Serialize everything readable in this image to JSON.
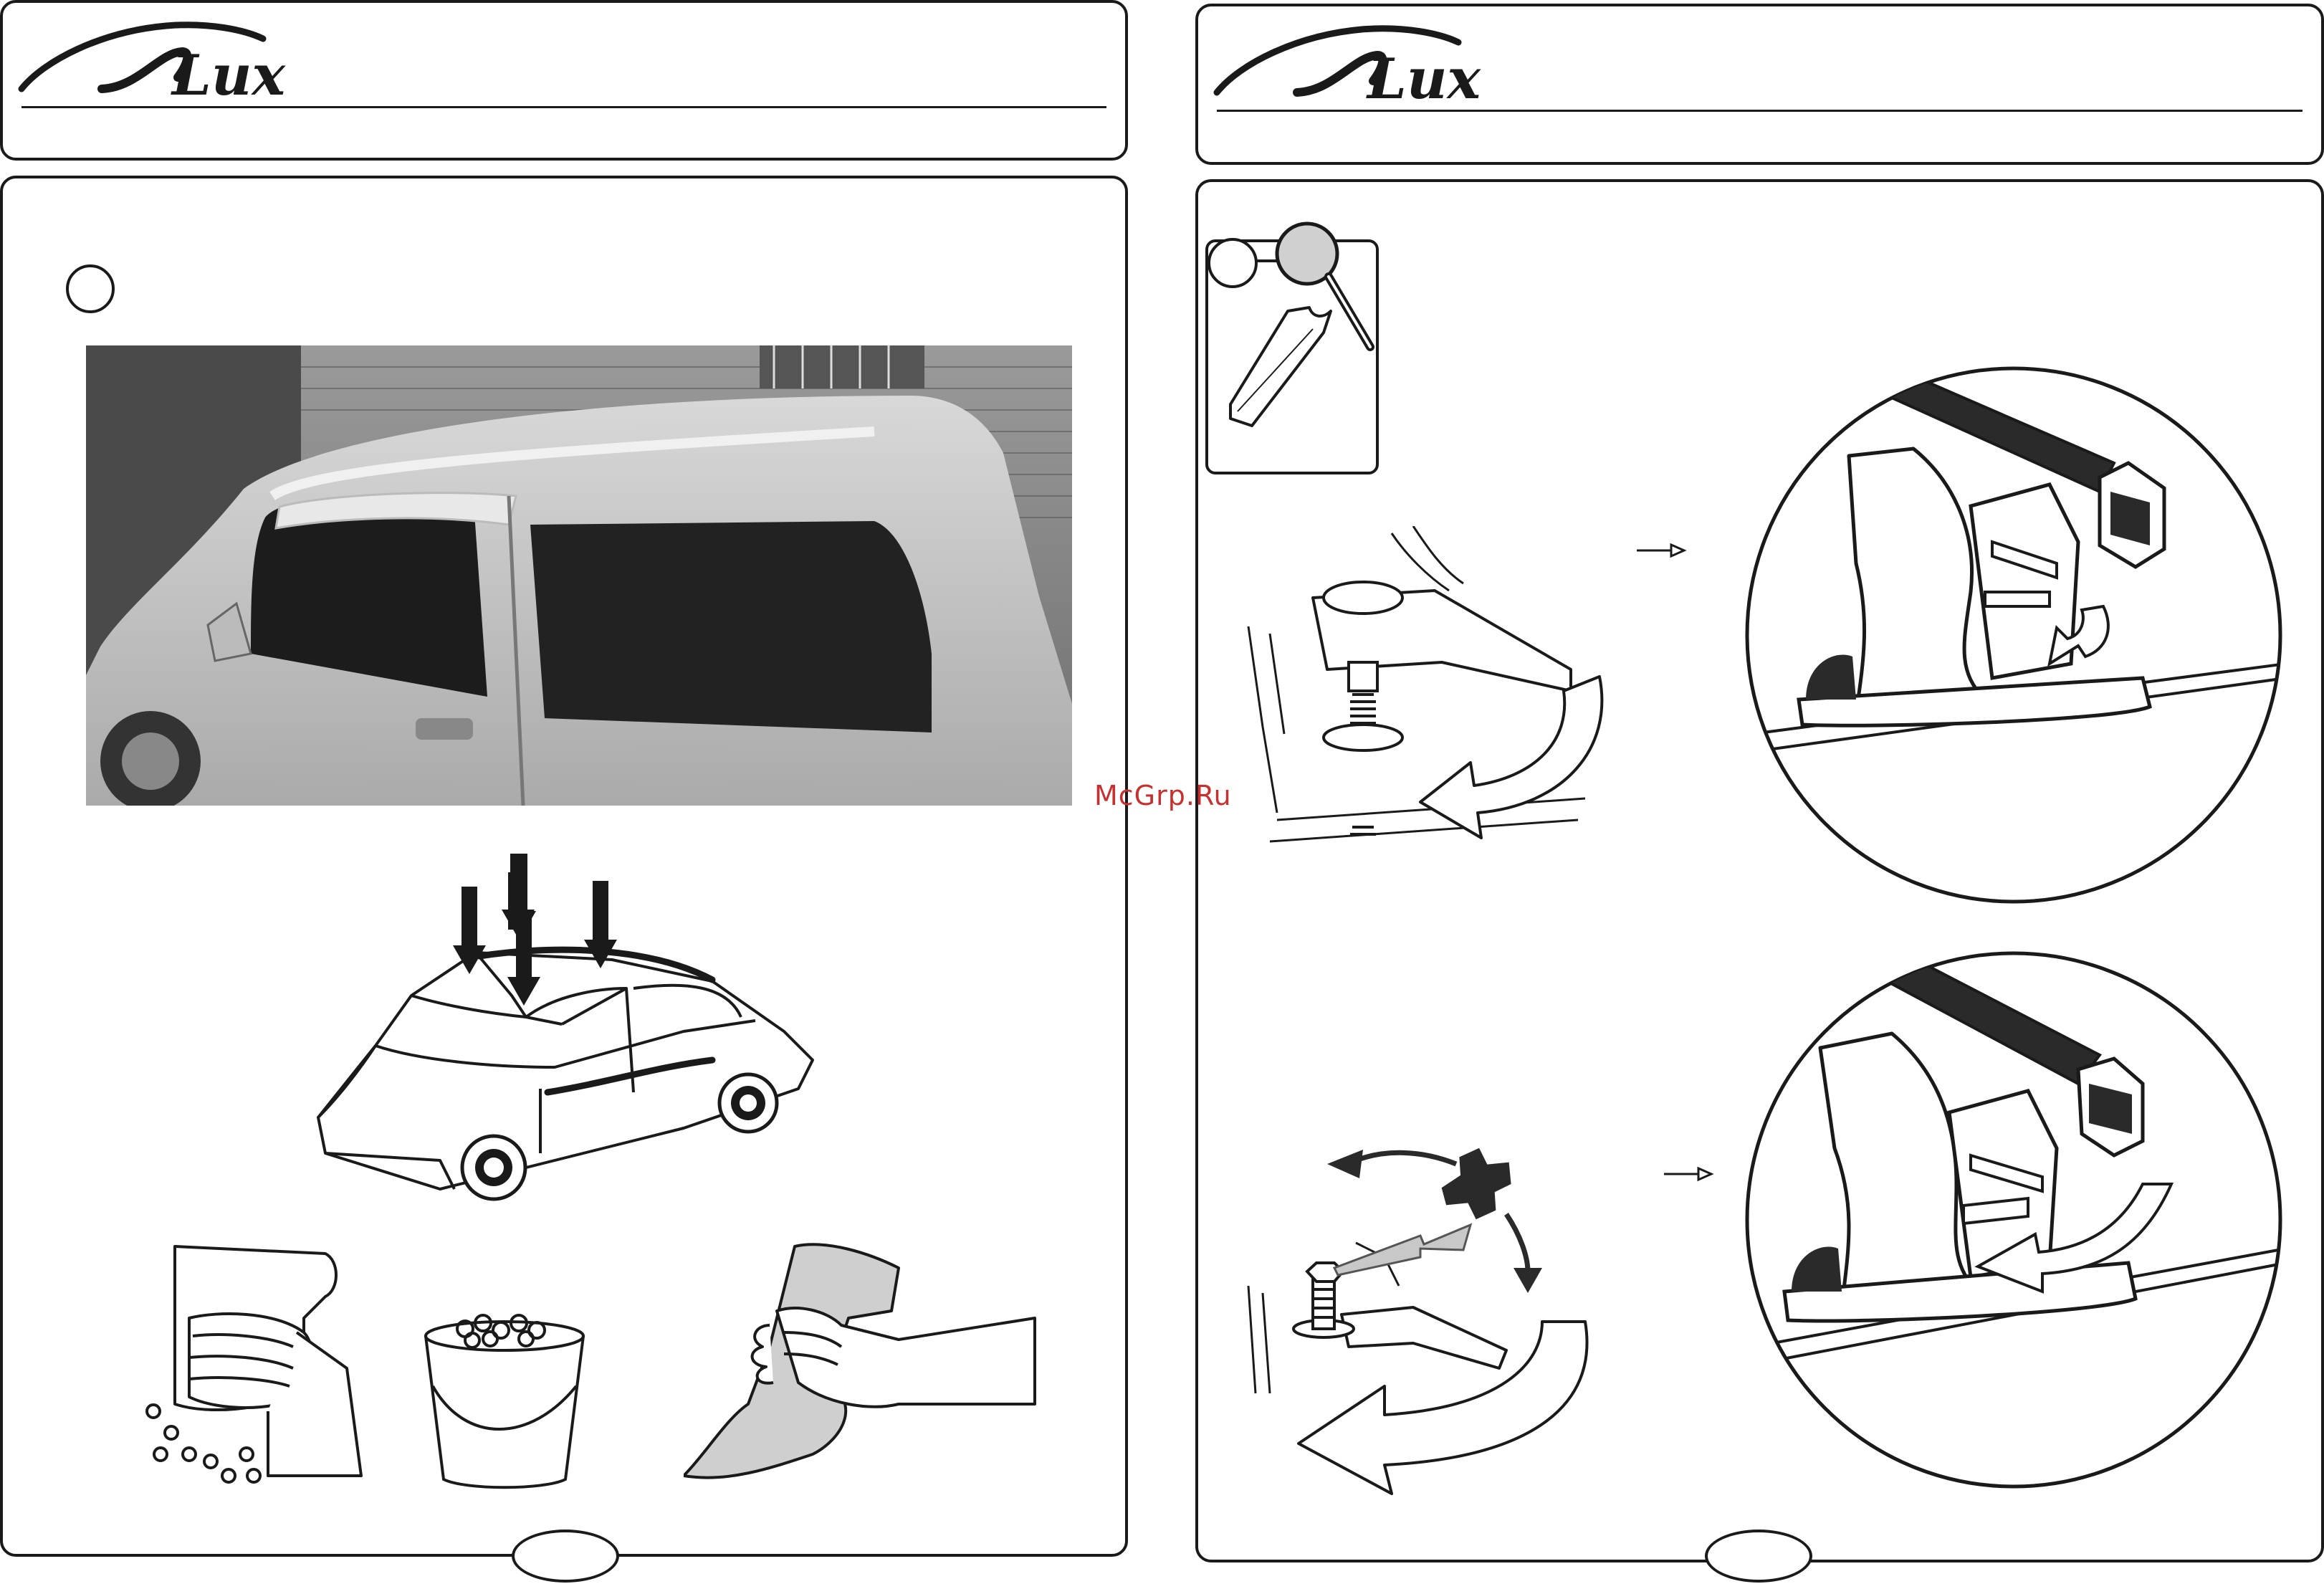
{
  "brand": {
    "logo_text": "Lux",
    "logo_color": "#1a1a1a"
  },
  "left_page": {
    "step_marker_icon": "empty-step-circle",
    "photo_icon": "car-with-window-deflector-photo",
    "illustrations": [
      "car-roof-arrows-icon",
      "sponge-washing-hands-icon",
      "bucket-water-icon",
      "cloth-drying-hands-icon"
    ]
  },
  "right_page": {
    "tool_icon": "wrench-icon",
    "magnifier_icon": "magnifier-icon",
    "illustrations": [
      "roof-clamp-open-icon",
      "roof-rack-foot-detail-icon",
      "roof-clamp-tighten-icon",
      "roof-rack-foot-closed-icon"
    ]
  },
  "watermark": {
    "text": "McGrp.Ru",
    "color": "#c83030"
  }
}
